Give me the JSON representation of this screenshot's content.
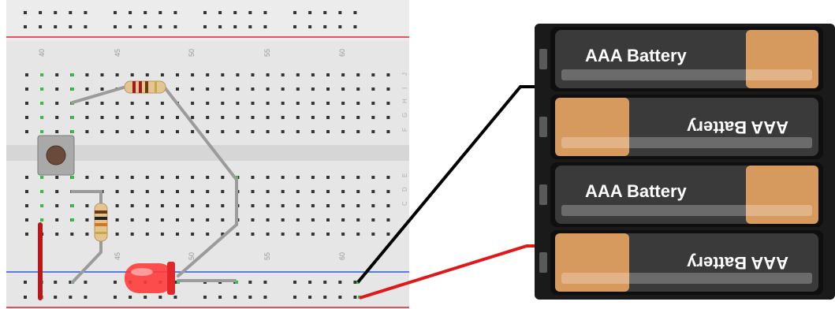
{
  "breadboard": {
    "column_labels_top": [
      "40",
      "45",
      "50",
      "55",
      "60"
    ],
    "column_labels_bottom": [
      "45",
      "50",
      "55",
      "60"
    ],
    "row_labels_upper": [
      "J",
      "I",
      "H",
      "G",
      "F"
    ],
    "row_labels_lower": [
      "E",
      "D",
      "C"
    ]
  },
  "battery_pack": {
    "cells": [
      {
        "label": "AAA Battery",
        "orientation": "normal"
      },
      {
        "label": "AAA Battery",
        "orientation": "flipped"
      },
      {
        "label": "AAA Battery",
        "orientation": "normal"
      },
      {
        "label": "AAA Battery",
        "orientation": "flipped"
      }
    ]
  },
  "colors": {
    "breadboard": "#e6e6e6",
    "hole": "#333333",
    "connected_hole": "#35c043",
    "wire_gray": "#9b9b9b",
    "wire_black": "#000000",
    "wire_red": "#e0181a",
    "rail_red": "#d9272e",
    "rail_blue": "#2c5bd8",
    "led": "#ff3b3b",
    "battery_shell": "#1a1a1a",
    "battery_body": "#3a3a3a",
    "battery_cap": "#d79a5e"
  }
}
